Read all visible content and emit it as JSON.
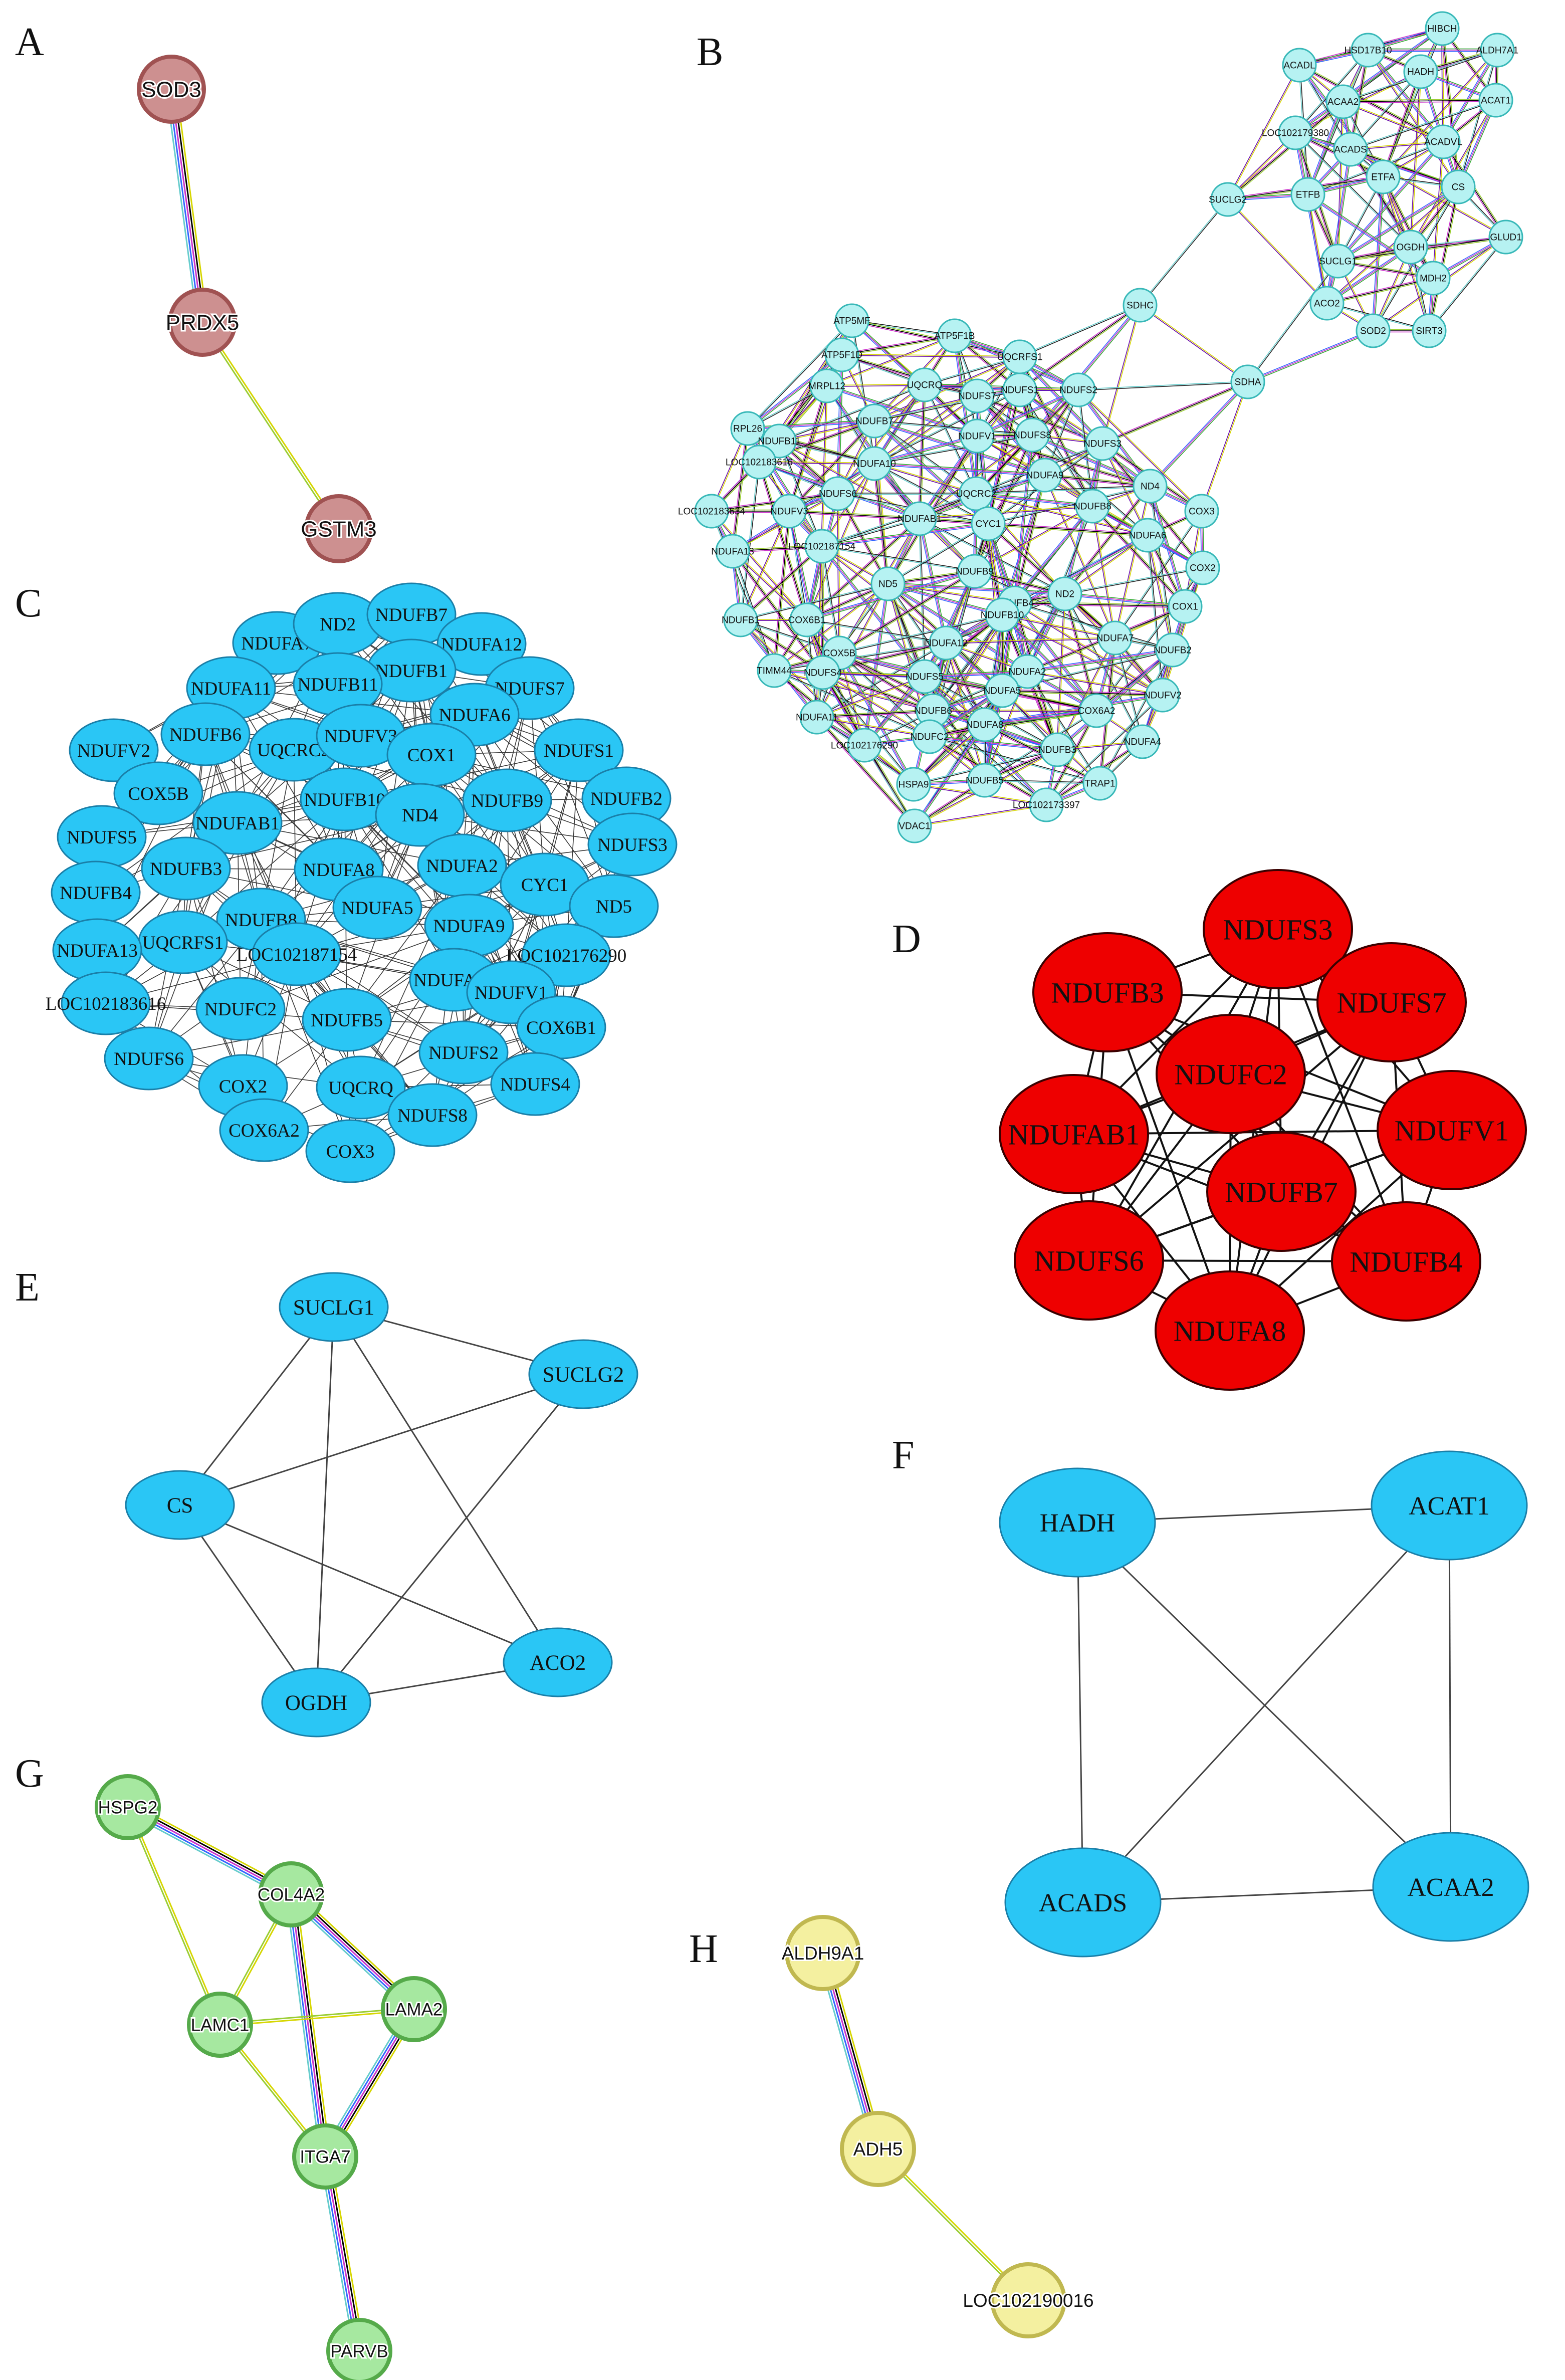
{
  "panels": [
    {
      "id": "A",
      "label": "A",
      "style": "string",
      "fill": "#cd9090",
      "stroke": "#a05252",
      "nodes": [
        "SOD3",
        "PRDX5",
        "GSTM3"
      ],
      "edges": [
        [
          "SOD3",
          "PRDX5"
        ],
        [
          "PRDX5",
          "GSTM3"
        ]
      ]
    },
    {
      "id": "B",
      "label": "B",
      "style": "string-dense",
      "fill": "#b6f2f2",
      "stroke": "#38b8b8",
      "nodes": [
        "HIBCH",
        "ACADL",
        "HSD17B10",
        "HADH",
        "ALDH7A1",
        "ACAA2",
        "ACAT1",
        "LOC102179380",
        "ACADS",
        "ACADVL",
        "ETFA",
        "CS",
        "SUCLG2",
        "ETFB",
        "GLUD1",
        "OGDH",
        "SUCLG1",
        "MDH2",
        "ACO2",
        "SOD2",
        "SIRT3",
        "SDHC",
        "SDHA",
        "ATP5MF",
        "ATP5F1B",
        "ATP5F1D",
        "UQCRFS1",
        "MRPL12",
        "UQCRQ",
        "NDUFS7",
        "NDUFS1",
        "NDUFS2",
        "RPL26",
        "NDUFB7",
        "NDUFB11",
        "NDUFV1",
        "NDUFS8",
        "NDUFS3",
        "LOC102183616",
        "NDUFA10",
        "NDUFA9",
        "NDUFS6",
        "UQCRC2",
        "ND4",
        "COX3",
        "LOC102183634",
        "NDUFV3",
        "NDUFAB1",
        "NDUFB8",
        "NDUFA6",
        "NDUFA13",
        "LOC102187154",
        "CYC1",
        "COX2",
        "ND5",
        "NDUFB9",
        "ND2",
        "NDUFB4",
        "COX1",
        "NDUFB1",
        "COX6B1",
        "NDUFB10",
        "NDUFA12",
        "NDUFA7",
        "NDUFB2",
        "TIMM44",
        "COX5B",
        "NDUFS4",
        "NDUFS5",
        "NDUFA2",
        "NDUFV2",
        "NDUFA11",
        "NDUFB6",
        "NDUFA5",
        "COX6A2",
        "LOC102176290",
        "NDUFC2",
        "NDUFA8",
        "NDUFB3",
        "NDUFA4",
        "HSPA9",
        "NDUFB5",
        "TRAP1",
        "LOC102173397",
        "VDAC1"
      ]
    },
    {
      "id": "C",
      "label": "C",
      "style": "cyto",
      "fill": "#2ac6f5",
      "stroke": "#1a7fa8",
      "nodes": [
        "NDUFA7",
        "ND2",
        "NDUFB7",
        "NDUFA12",
        "NDUFB1",
        "NDUFA11",
        "NDUFB11",
        "NDUFS7",
        "NDUFA6",
        "NDUFV2",
        "NDUFB6",
        "UQCRC2",
        "NDUFV3",
        "COX1",
        "NDUFS1",
        "COX5B",
        "NDUFB10",
        "NDUFB9",
        "NDUFB2",
        "NDUFAB1",
        "ND4",
        "NDUFS5",
        "NDUFS3",
        "NDUFB3",
        "NDUFA8",
        "NDUFA2",
        "CYC1",
        "NDUFB4",
        "ND5",
        "NDUFB8",
        "NDUFA5",
        "NDUFA9",
        "UQCRFS1",
        "NDUFA13",
        "LOC102187154",
        "LOC102176290",
        "NDUFA10",
        "NDUFV1",
        "LOC102183616",
        "NDUFC2",
        "NDUFB5",
        "COX6B1",
        "NDUFS2",
        "NDUFS6",
        "NDUFS4",
        "COX2",
        "UQCRQ",
        "NDUFS8",
        "COX6A2",
        "COX3"
      ]
    },
    {
      "id": "D",
      "label": "D",
      "style": "cyto-clique",
      "fill": "#ee0000",
      "stroke": "#3a0000",
      "nodes": [
        "NDUFS3",
        "NDUFB3",
        "NDUFS7",
        "NDUFC2",
        "NDUFAB1",
        "NDUFV1",
        "NDUFB7",
        "NDUFS6",
        "NDUFB4",
        "NDUFA8"
      ]
    },
    {
      "id": "E",
      "label": "E",
      "style": "cyto",
      "fill": "#2ac6f5",
      "stroke": "#1a7fa8",
      "nodes": [
        "SUCLG1",
        "SUCLG2",
        "CS",
        "ACO2",
        "OGDH"
      ],
      "edges": [
        [
          "SUCLG1",
          "SUCLG2"
        ],
        [
          "SUCLG1",
          "CS"
        ],
        [
          "SUCLG1",
          "OGDH"
        ],
        [
          "SUCLG1",
          "ACO2"
        ],
        [
          "CS",
          "SUCLG2"
        ],
        [
          "CS",
          "OGDH"
        ],
        [
          "CS",
          "ACO2"
        ],
        [
          "OGDH",
          "SUCLG2"
        ],
        [
          "OGDH",
          "ACO2"
        ]
      ]
    },
    {
      "id": "F",
      "label": "F",
      "style": "cyto",
      "fill": "#2ac6f5",
      "stroke": "#1a7fa8",
      "nodes": [
        "HADH",
        "ACAT1",
        "ACADS",
        "ACAA2"
      ],
      "edges": [
        [
          "HADH",
          "ACAT1"
        ],
        [
          "HADH",
          "ACADS"
        ],
        [
          "HADH",
          "ACAA2"
        ],
        [
          "ACAT1",
          "ACADS"
        ],
        [
          "ACAT1",
          "ACAA2"
        ],
        [
          "ACADS",
          "ACAA2"
        ]
      ]
    },
    {
      "id": "G",
      "label": "G",
      "style": "string",
      "fill": "#a6e8a0",
      "stroke": "#55aa4a",
      "nodes": [
        "HSPG2",
        "COL4A2",
        "LAMA2",
        "LAMC1",
        "ITGA7",
        "PARVB"
      ],
      "edges": [
        [
          "HSPG2",
          "COL4A2"
        ],
        [
          "HSPG2",
          "LAMC1"
        ],
        [
          "COL4A2",
          "LAMA2"
        ],
        [
          "COL4A2",
          "LAMC1"
        ],
        [
          "COL4A2",
          "ITGA7"
        ],
        [
          "LAMA2",
          "LAMC1"
        ],
        [
          "LAMA2",
          "ITGA7"
        ],
        [
          "LAMC1",
          "ITGA7"
        ],
        [
          "ITGA7",
          "PARVB"
        ]
      ]
    },
    {
      "id": "H",
      "label": "H",
      "style": "string",
      "fill": "#f4f0a0",
      "stroke": "#c0b850",
      "nodes": [
        "ALDH9A1",
        "ADH5",
        "LOC102190016"
      ],
      "edges": [
        [
          "ALDH9A1",
          "ADH5"
        ],
        [
          "ADH5",
          "LOC102190016"
        ]
      ]
    }
  ]
}
